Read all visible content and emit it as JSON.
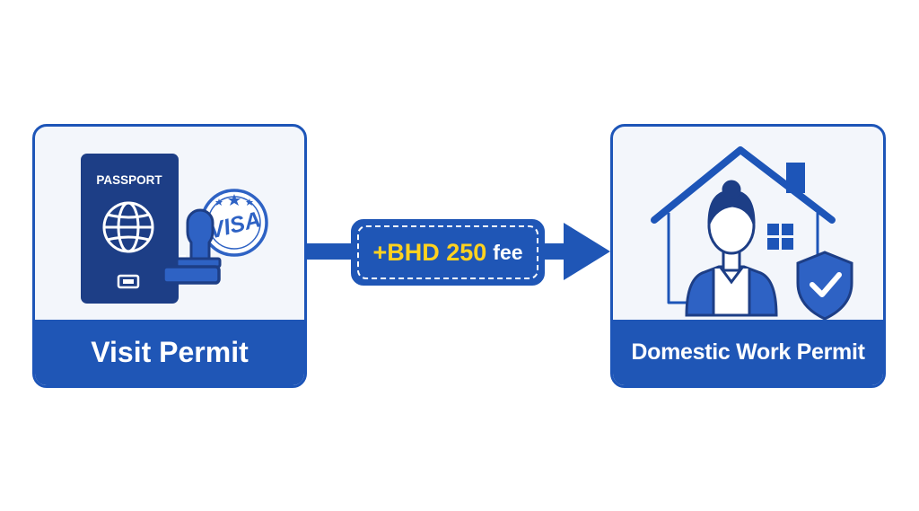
{
  "source_permit": {
    "label": "Visit Permit",
    "passport_label": "PASSPORT",
    "stamp_label": "VISA"
  },
  "target_permit": {
    "label": "Domestic Work Permit"
  },
  "fee": {
    "amount": "+BHD 250",
    "word": "fee"
  },
  "colors": {
    "primary_blue": "#1f56b6",
    "passport_navy": "#1d3e86",
    "fee_highlight": "#ffd21f",
    "card_background": "#f3f6fb"
  }
}
